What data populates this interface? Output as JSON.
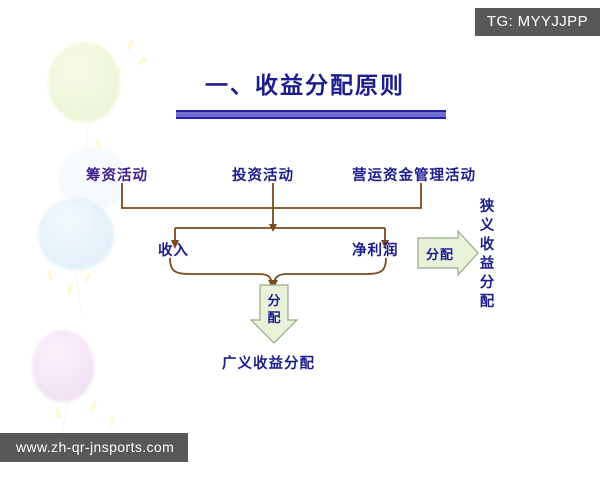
{
  "slide": {
    "title": "一、收益分配原则",
    "background_color": "#ffffff",
    "title_color": "#1d1d8e",
    "rule_color": "#2222aa"
  },
  "diagram": {
    "top_row": [
      {
        "label": "筹资活动",
        "color": "#43218c"
      },
      {
        "label": "投资活动",
        "color": "#1d1d8e"
      },
      {
        "label": "营运资金管理活动",
        "color": "#1d1d8e"
      }
    ],
    "middle_row": [
      {
        "label": "收入",
        "color": "#1d1d8e"
      },
      {
        "label": "净利润",
        "color": "#1d1d8e"
      }
    ],
    "right_arrow": {
      "label": "分配",
      "fill": "#e7f2d8",
      "stroke": "#9aa98c"
    },
    "right_result": "狭义收益分配",
    "down_arrow": {
      "label_line_1": "分",
      "label_line_2": "配",
      "fill": "#e7f2d8",
      "stroke": "#9aa98c"
    },
    "bottom_result": "广义收益分配",
    "connector_color": "#7b4a1e"
  },
  "watermarks": {
    "telegram": "TG: MYYJJPP",
    "website": "www.zh-qr-jnsports.com",
    "badge_bg": "#585858",
    "badge_fg": "#ffffff"
  }
}
